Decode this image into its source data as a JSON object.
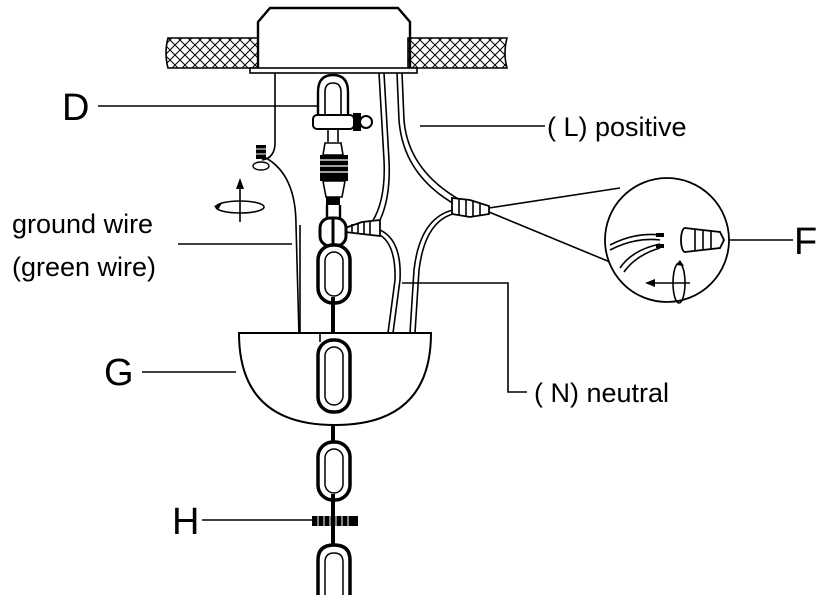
{
  "labels": {
    "D": "D",
    "L": "( L) positive",
    "ground_line1": "ground wire",
    "ground_line2": "(green wire)",
    "F": "F",
    "G": "G",
    "N": "( N) neutral",
    "H": "H"
  }
}
